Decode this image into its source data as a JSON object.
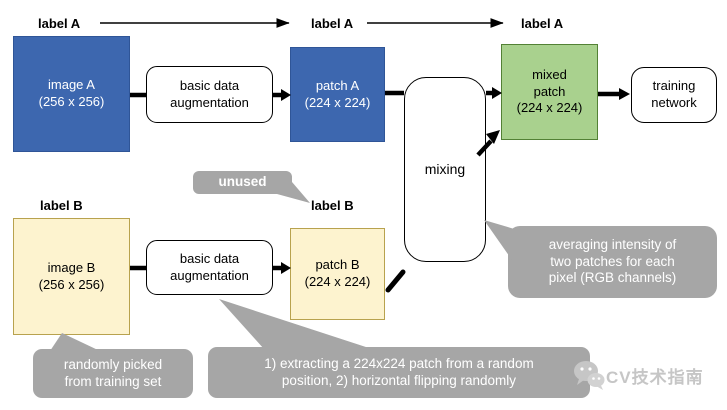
{
  "labels": {
    "row_a_1": "label A",
    "row_a_2": "label A",
    "row_a_3": "label A",
    "row_b_1": "label B",
    "row_b_2": "label B"
  },
  "boxes": {
    "image_a": {
      "line1": "image A",
      "line2": "(256 x 256)"
    },
    "aug_a": {
      "line1": "basic data",
      "line2": "augmentation"
    },
    "patch_a": {
      "line1": "patch A",
      "line2": "(224 x 224)"
    },
    "mixing": {
      "label": "mixing"
    },
    "mixed_patch": {
      "line1": "mixed",
      "line2": "patch",
      "line3": "(224 x 224)"
    },
    "training": {
      "line1": "training",
      "line2": "network"
    },
    "image_b": {
      "line1": "image B",
      "line2": "(256 x 256)"
    },
    "aug_b": {
      "line1": "basic data",
      "line2": "augmentation"
    },
    "patch_b": {
      "line1": "patch B",
      "line2": "(224 x 224)"
    }
  },
  "callouts": {
    "unused": {
      "text": "unused"
    },
    "random_pick": {
      "line1": "randomly picked",
      "line2": "from training set"
    },
    "extracting": {
      "line1": "1) extracting a 224x224 patch from a random",
      "line2": "position, 2) horizontal flipping randomly"
    },
    "averaging": {
      "line1": "averaging intensity of",
      "line2": "two patches for each",
      "line3": "pixel (RGB channels)"
    }
  },
  "watermark": {
    "text": "CV技术指南"
  },
  "colors": {
    "blue": "#3d67af",
    "blue_border": "#2f5597",
    "yellow": "#fdf3cf",
    "yellow_border": "#b8a24e",
    "green": "#a9d18e",
    "green_border": "#538135",
    "callout_gray": "#a6a6a6",
    "arrow_black": "#000000",
    "watermark_gray": "#c6c6c6"
  }
}
